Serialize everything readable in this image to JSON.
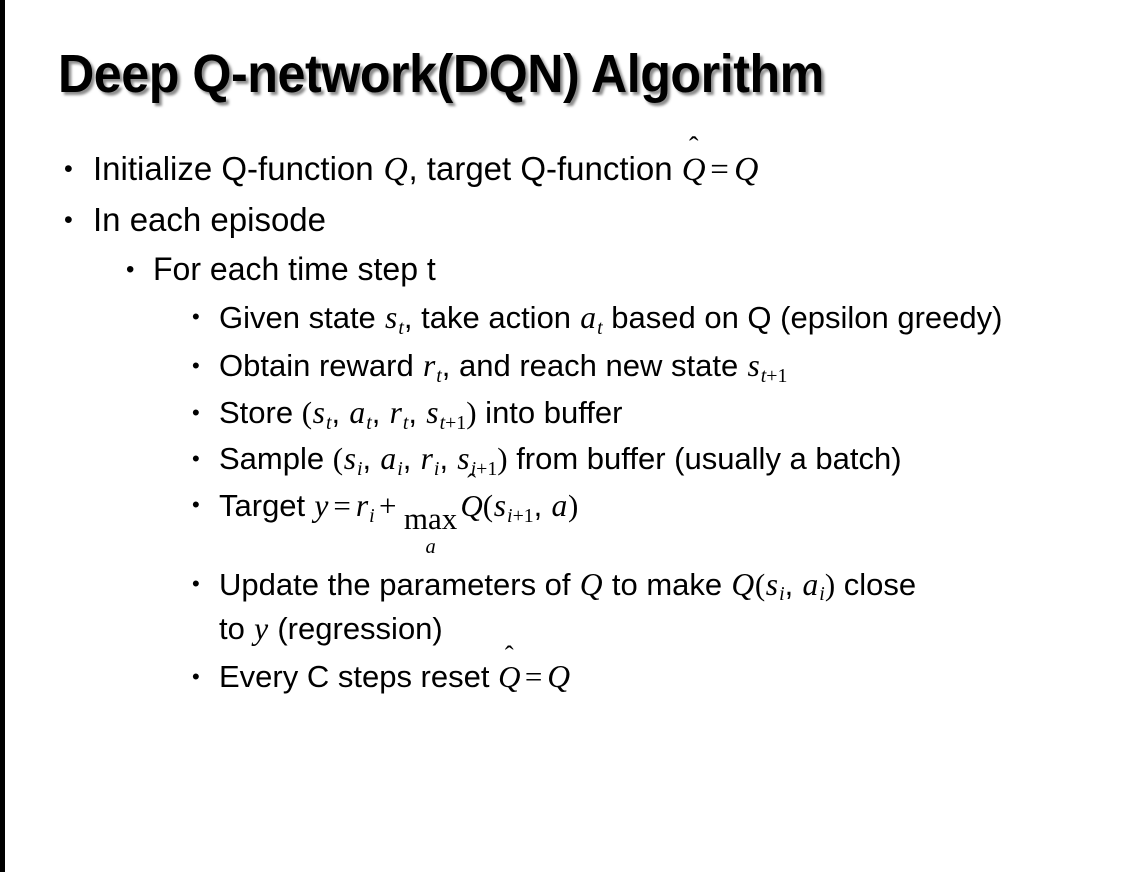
{
  "slide": {
    "title": "Deep Q-network(DQN) Algorithm",
    "background_color": "#ffffff",
    "text_color": "#000000",
    "accent_rule_color": "#000000",
    "bullet_glyph": "•"
  },
  "content": {
    "items": [
      {
        "level": 1,
        "id": "initialize",
        "text": "Initialize Q-function Q, target Q-function Q̂ = Q",
        "parts": {
          "lead": "Initialize Q-function ",
          "var_q1": "Q",
          "mid": ", target Q-function ",
          "var_qhat": "Q",
          "accent": "̂",
          "eq": "=",
          "var_q2": "Q"
        }
      },
      {
        "level": 1,
        "id": "in-each-episode",
        "text": "In each episode"
      },
      {
        "level": 2,
        "id": "for-each-time-step",
        "text": "For each time step t"
      },
      {
        "level": 3,
        "id": "given-state",
        "text": "Given state s_t, take action a_t based on Q (epsilon greedy)",
        "parts": {
          "lead": "Given state ",
          "var_s": "s",
          "sub_s": "t",
          "mid": ", take action ",
          "var_a": "a",
          "sub_a": "t",
          "tail": " based on Q (epsilon greedy)"
        }
      },
      {
        "level": 3,
        "id": "obtain-reward",
        "text": "Obtain reward r_t, and reach new state s_{t+1}",
        "parts": {
          "lead": "Obtain reward ",
          "var_r": "r",
          "sub_r": "t",
          "mid": ", and reach new state ",
          "var_s": "s",
          "sub_s_var": "t",
          "sub_s_rest": "+1"
        }
      },
      {
        "level": 3,
        "id": "store-into-buffer",
        "text": "Store (s_t, a_t, r_t, s_{t+1}) into buffer",
        "parts": {
          "lead": "Store ",
          "open": "(",
          "v1": "s",
          "s1": "t",
          "sep1": ", ",
          "v2": "a",
          "s2": "t",
          "sep2": ", ",
          "v3": "r",
          "s3": "t",
          "sep3": ", ",
          "v4": "s",
          "s4v": "t",
          "s4r": "+1",
          "close": ")",
          "tail": " into buffer"
        }
      },
      {
        "level": 3,
        "id": "sample-from-buffer",
        "text": "Sample (s_i, a_i, r_i, s_{i+1}) from buffer (usually a batch)",
        "parts": {
          "lead": "Sample ",
          "open": "(",
          "v1": "s",
          "s1": "i",
          "sep1": ", ",
          "v2": "a",
          "s2": "i",
          "sep2": ", ",
          "v3": "r",
          "s3": "i",
          "sep3": ", ",
          "v4": "s",
          "s4v": "i",
          "s4r": "+1",
          "close": ")",
          "tail": " from buffer (usually a batch)"
        }
      },
      {
        "level": 3,
        "id": "target-equation",
        "text": "Target y = r_i + max_a Q̂(s_{i+1}, a)",
        "parts": {
          "lead": "Target ",
          "var_y": "y",
          "eq": "=",
          "var_r": "r",
          "sub_r": "i",
          "plus": "+",
          "op": "max",
          "op_limit": "a",
          "var_qhat": "Q",
          "accent": "̂",
          "open": "(",
          "var_s": "s",
          "sub_s_var": "i",
          "sub_s_rest": "+1",
          "sep": ", ",
          "var_a": "a",
          "close": ")"
        }
      },
      {
        "level": 3,
        "id": "update-parameters",
        "text": "Update the parameters of Q to make Q(s_i, a_i) close to y (regression)",
        "parts": {
          "lead": "Update the parameters of ",
          "var_q1": "Q",
          "mid": " to make ",
          "var_q2": "Q",
          "open": "(",
          "var_s": "s",
          "sub_s": "i",
          "sep": ", ",
          "var_a": "a",
          "sub_a": "i",
          "close": ")",
          "tail": " close to ",
          "var_y": "y",
          "tail2": " (regression)"
        }
      },
      {
        "level": 3,
        "id": "reset-target-network",
        "text": "Every C steps reset Q̂ = Q",
        "parts": {
          "lead": "Every C steps reset ",
          "var_qhat": "Q",
          "accent": "̂",
          "eq": "=",
          "var_q": "Q"
        }
      }
    ]
  }
}
